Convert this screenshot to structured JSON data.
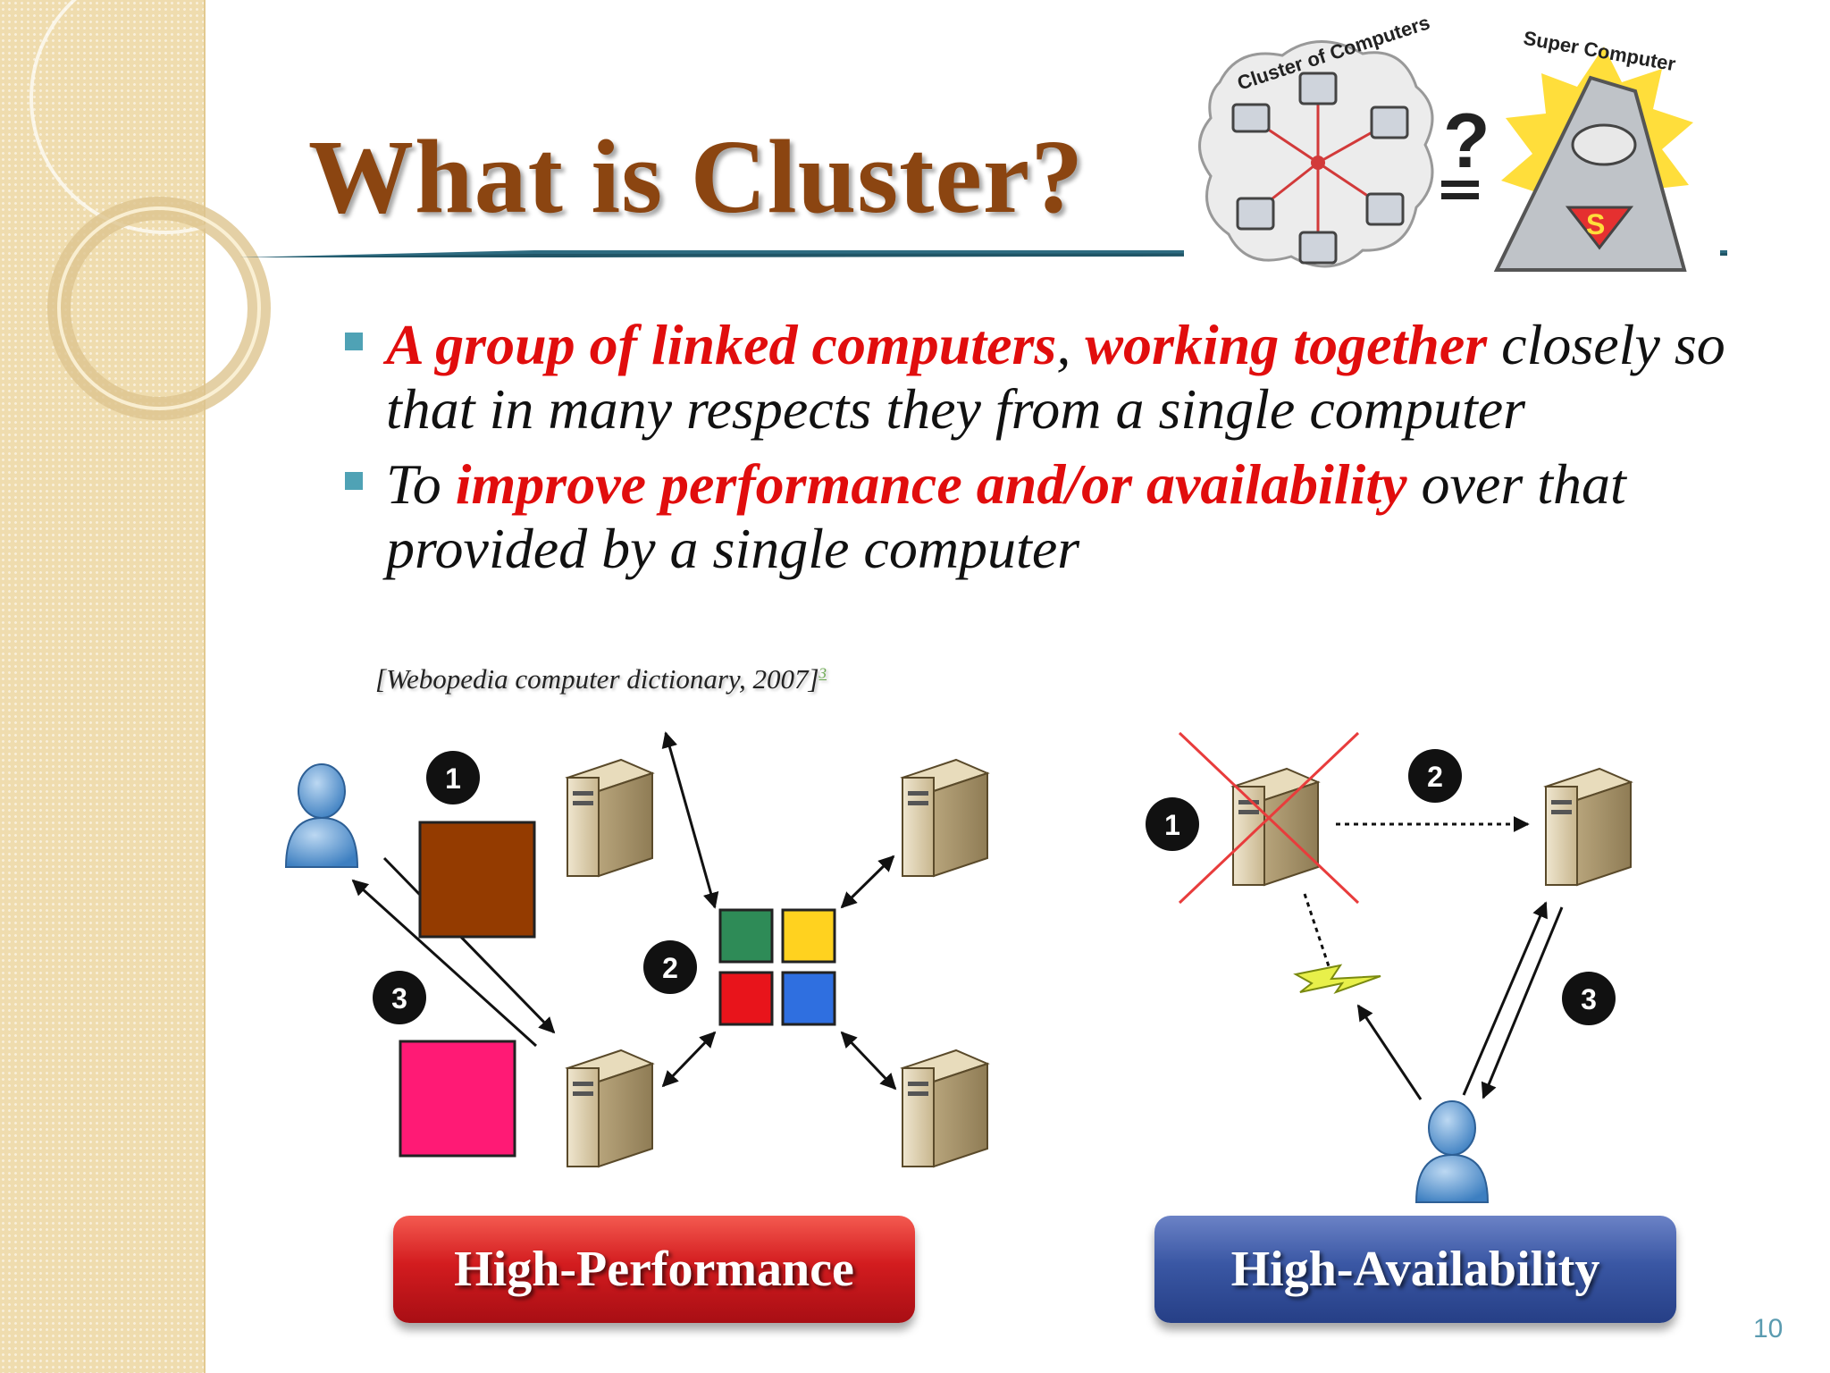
{
  "slide": {
    "title": "What is Cluster?",
    "bullets": [
      {
        "parts": [
          {
            "text": " A group of linked computers",
            "style": "highlight"
          },
          {
            "text": ", ",
            "style": "normal"
          },
          {
            "text": "working together",
            "style": "highlight"
          },
          {
            "text": " closely so that in many respects they from a single computer",
            "style": "normal"
          }
        ]
      },
      {
        "parts": [
          {
            "text": "To ",
            "style": "normal"
          },
          {
            "text": "improve performance and/or availability",
            "style": "highlight"
          },
          {
            "text": " over that provided by a single computer",
            "style": "normal"
          }
        ]
      }
    ],
    "citation": "[Webopedia computer dictionary, 2007]",
    "citation_ref": "3",
    "cartoon": {
      "left_label": "Cluster of Computers",
      "right_label": "Super Computer",
      "relation": "?",
      "emblem": "S"
    },
    "diagram_hp": {
      "label": "High-Performance",
      "steps": [
        "1",
        "2",
        "3"
      ],
      "block_colors": {
        "top": "#943b00",
        "bottom": "#ff1a75"
      },
      "grid_colors": [
        "#2e8b57",
        "#ffd21f",
        "#e8141b",
        "#2f6fe0"
      ]
    },
    "diagram_ha": {
      "label": "High-Availability",
      "steps": [
        "1",
        "2",
        "3"
      ]
    },
    "page_number": "10",
    "colors": {
      "title": "#8b4511",
      "highlight": "#e10d0d",
      "bullet_marker": "#4fa2b5",
      "hp_button": "#d31c1f",
      "ha_button": "#3a57a4"
    }
  }
}
